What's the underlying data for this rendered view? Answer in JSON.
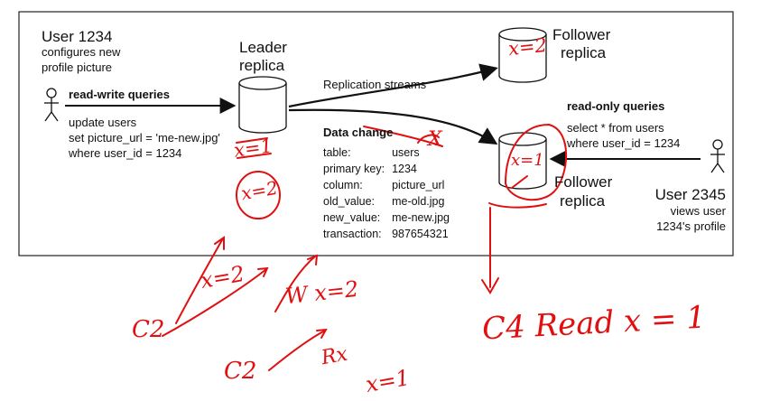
{
  "user1": {
    "name": "User 1234",
    "desc_line1": "configures new",
    "desc_line2": "profile picture",
    "queries_label": "read-write queries",
    "sql_line1": "update users",
    "sql_line2": "set picture_url = 'me-new.jpg'",
    "sql_line3": "where user_id = 1234"
  },
  "leader": {
    "line1": "Leader",
    "line2": "replica"
  },
  "follower_top": {
    "line1": "Follower",
    "line2": "replica"
  },
  "follower_bottom": {
    "line1": "Follower",
    "line2": "replica"
  },
  "replication_label": "Replication streams",
  "data_change": {
    "title": "Data change",
    "rows": [
      {
        "key": "table:",
        "value": "users"
      },
      {
        "key": "primary key:",
        "value": "1234"
      },
      {
        "key": "column:",
        "value": "picture_url"
      },
      {
        "key": "old_value:",
        "value": "me-old.jpg"
      },
      {
        "key": "new_value:",
        "value": "me-new.jpg"
      },
      {
        "key": "transaction:",
        "value": "987654321"
      }
    ]
  },
  "user2": {
    "queries_label": "read-only queries",
    "sql_line1": "select * from users",
    "sql_line2": "where user_id = 1234",
    "name": "User 2345",
    "desc_line1": "views user",
    "desc_line2": "1234's profile"
  },
  "annotations": {
    "leader_x1": "x=1",
    "leader_x2": "x=2",
    "follower_top_x": "x=2",
    "follower_bottom_x": "x=1",
    "stream_x": "X",
    "c2_label": "C2",
    "c2_x": "x=2",
    "w_x": "W x=2",
    "c_bottom": "C2",
    "rx": "Rx",
    "rx_value": "x=1",
    "c4_read": "C4  Read  x = 1"
  },
  "colors": {
    "ink": "#111111",
    "annotation": "#e01010"
  }
}
